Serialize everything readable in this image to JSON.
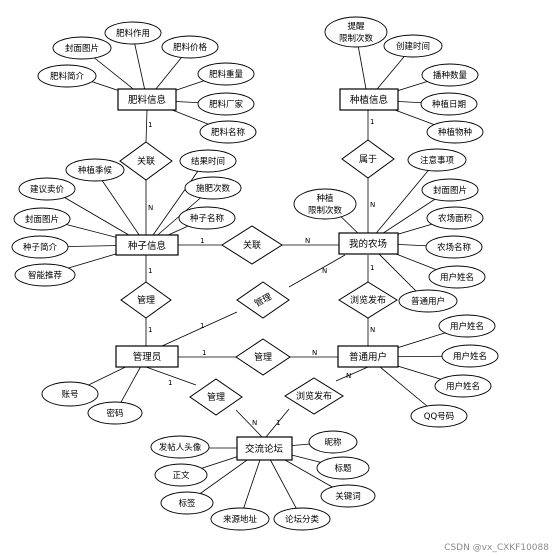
{
  "entities": {
    "fertilizer": "肥料信息",
    "planting": "种植信息",
    "seed": "种子信息",
    "farm": "我的农场",
    "admin": "管理员",
    "user": "普通用户",
    "forum": "交流论坛"
  },
  "relationships": {
    "fert_seed": "关联",
    "plant_farm": "属于",
    "seed_farm": "关联",
    "seed_admin": "管理",
    "admin_farm": "管理",
    "farm_user": "浏览发布",
    "admin_user": "管理",
    "admin_forum": "管理",
    "user_forum": "浏览发布"
  },
  "attributes": {
    "fertilizer": [
      "封面图片",
      "肥料作用",
      "肥料价格",
      "肥料简介",
      "肥料重量",
      "肥料厂家",
      "肥料名称"
    ],
    "planting": [
      "提醒",
      "限制次数",
      "创建时间",
      "播种数量",
      "种植日期",
      "种植物种"
    ],
    "seed": [
      "种植季候",
      "结果时间",
      "建议卖价",
      "施肥次数",
      "封面图片",
      "种子名称",
      "种子简介",
      "智能推荐"
    ],
    "farm": [
      "种植",
      "限制次数",
      "注意事项",
      "封面图片",
      "农场面积",
      "农场名称",
      "用户姓名",
      "普通用户"
    ],
    "user": [
      "用户姓名",
      "用户姓名",
      "用户姓名",
      "QQ号码"
    ],
    "admin": [
      "账号",
      "密码"
    ],
    "forum": [
      "发帖人头像",
      "昵称",
      "正文",
      "标题",
      "标签",
      "关键词",
      "来源地址",
      "论坛分类"
    ]
  },
  "cardinalities": [
    "1",
    "N",
    "1",
    "N",
    "1",
    "N",
    "1",
    "1",
    "1",
    "N",
    "1",
    "N",
    "1",
    "N",
    "1",
    "N",
    "N",
    "1"
  ],
  "watermark": "CSDN @vx_CXKF10088"
}
